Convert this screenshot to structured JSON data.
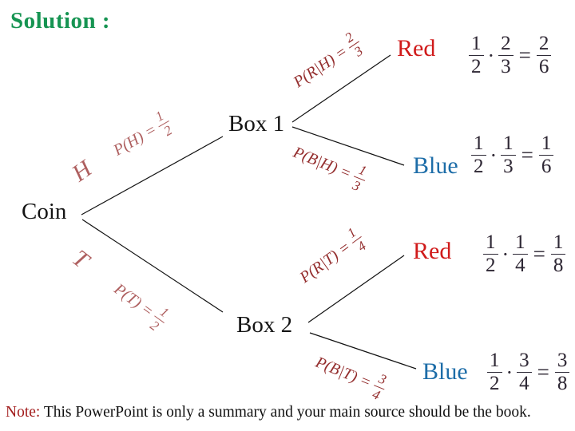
{
  "title": "Solution :",
  "tree": {
    "root": "Coin",
    "nodes": {
      "box1": "Box 1",
      "box2": "Box 2"
    },
    "branch_labels": {
      "h": {
        "letter": "H",
        "prob": "P(H) =",
        "num": "1",
        "den": "2"
      },
      "t": {
        "letter": "T",
        "prob": "P(T) =",
        "num": "1",
        "den": "2"
      },
      "rh": {
        "prob": "P(R|H) =",
        "num": "2",
        "den": "3"
      },
      "bh": {
        "prob": "P(B|H) =",
        "num": "1",
        "den": "3"
      },
      "rt": {
        "prob": "P(R|T) =",
        "num": "1",
        "den": "4"
      },
      "bt": {
        "prob": "P(B|T) =",
        "num": "3",
        "den": "4"
      }
    },
    "leaves": {
      "red1": "Red",
      "blue1": "Blue",
      "red2": "Red",
      "blue2": "Blue"
    }
  },
  "calculations": [
    {
      "a_num": "1",
      "a_den": "2",
      "times": "·",
      "b_num": "2",
      "b_den": "3",
      "equals": "=",
      "r_num": "2",
      "r_den": "6"
    },
    {
      "a_num": "1",
      "a_den": "2",
      "times": "·",
      "b_num": "1",
      "b_den": "3",
      "equals": "=",
      "r_num": "1",
      "r_den": "6"
    },
    {
      "a_num": "1",
      "a_den": "2",
      "times": "·",
      "b_num": "1",
      "b_den": "4",
      "equals": "=",
      "r_num": "1",
      "r_den": "8"
    },
    {
      "a_num": "1",
      "a_den": "2",
      "times": "·",
      "b_num": "3",
      "b_den": "4",
      "equals": "=",
      "r_num": "3",
      "r_den": "8"
    }
  ],
  "note": {
    "prefix": "Note:",
    "body": " This PowerPoint is only a summary and your main source should be the book."
  },
  "colors": {
    "title_green": "#169452",
    "leaf_red": "#d01a1a",
    "leaf_blue": "#1d6da8",
    "coin_branch_label": "#ae5f5f",
    "box_branch_label": "#942e2e",
    "calc_ink": "#2d2936",
    "note_red": "#a21c1c",
    "line_black": "#111111"
  }
}
